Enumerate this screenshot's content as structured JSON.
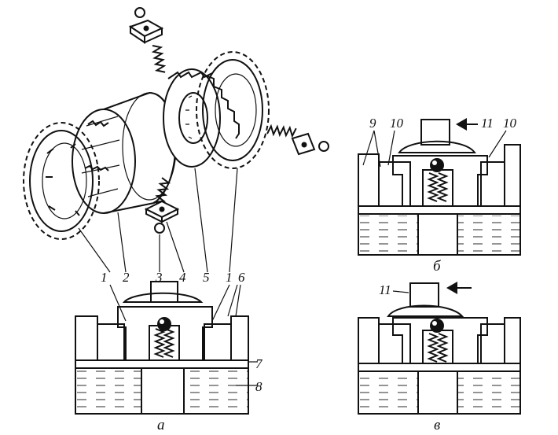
{
  "figure": {
    "parts_labels": [
      "1",
      "2",
      "3",
      "4",
      "5",
      "1",
      "6",
      "7",
      "8"
    ],
    "view_b_labels": [
      "9",
      "10",
      "11",
      "10"
    ],
    "view_c_labels": [
      "11"
    ],
    "captions": {
      "a": "а",
      "b": "б",
      "c": "в"
    }
  },
  "colors": {
    "ink": "#111111",
    "paper": "#ffffff"
  },
  "icons": {
    "shift_direction_b": "arrow-left-icon",
    "shift_direction_c": "arrow-left-icon"
  }
}
